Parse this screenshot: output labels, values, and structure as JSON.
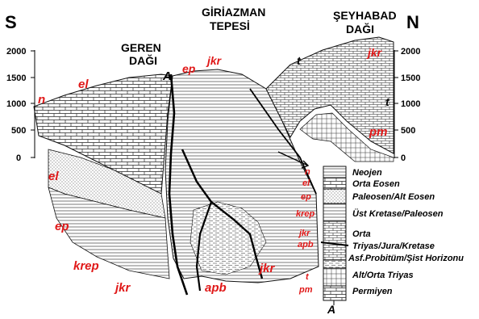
{
  "orientation": {
    "south": "S",
    "north": "N"
  },
  "peaks": {
    "geren_line1": "GEREN",
    "geren_line2": "DAĞI",
    "giriazman_line1": "GİRİAZMAN",
    "giriazman_line2": "TEPESİ",
    "seyhabad_line1": "ŞEYHABAD",
    "seyhabad_line2": "DAĞI"
  },
  "fault_marker": "A",
  "bottom_marker": "A",
  "axis_left": [
    "2000",
    "1500",
    "1000",
    "500",
    "0"
  ],
  "axis_right": [
    "2000",
    "1500",
    "1000",
    "500",
    "0"
  ],
  "section_labels": {
    "n": "n",
    "el_top": "el",
    "ep_top": "ep",
    "jkr_top": "jkr",
    "t_top": "t",
    "jkr_right": "jkr",
    "t_right": "t",
    "pm_right": "pm",
    "el_left": "el",
    "ep_left": "ep",
    "krep_left": "krep",
    "jkr_bottom": "jkr",
    "apb_bottom": "apb",
    "jkr_center": "jkr"
  },
  "legend": {
    "codes": [
      "n",
      "el",
      "ep",
      "krep",
      "jkr",
      "apb",
      "t",
      "pm"
    ],
    "items": [
      "Neojen",
      "Orta Eosen",
      "Paleosen/Alt Eosen",
      "Üst Kretase/Paleosen",
      "Orta",
      "Triyas/Jura/Kretase",
      "Asf.Probitüm/Şist Horizonu",
      "Alt/Orta Triyas",
      "Permiyen"
    ]
  }
}
